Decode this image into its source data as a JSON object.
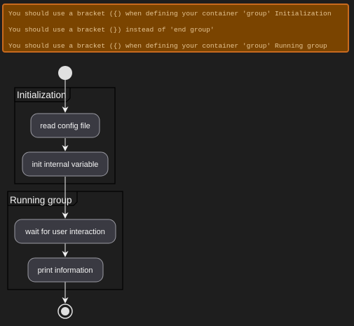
{
  "warnings": [
    "You should use a bracket ({) when defining your container 'group' Initialization",
    "You should use a bracket (}) instead of 'end group'",
    "You should use a bracket ({) when defining your container 'group' Running group"
  ],
  "groups": [
    {
      "title": "Initialization"
    },
    {
      "title": "Running group"
    }
  ],
  "activities": [
    {
      "label": "read config file"
    },
    {
      "label": "init internal variable"
    },
    {
      "label": "wait for user interaction"
    },
    {
      "label": "print information"
    }
  ],
  "colors": {
    "background": "#1e1e1e",
    "warning_fill": "#7a4400",
    "warning_border": "#c86a1e",
    "warning_text": "#e3c28f",
    "node_fill": "#3a3a42",
    "node_border": "#9a9aa2",
    "arrow": "#f2f2f2",
    "start_fill": "#e0e0e0"
  }
}
